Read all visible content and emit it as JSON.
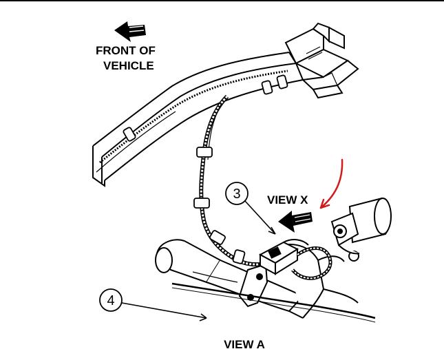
{
  "labels": {
    "front_of_vehicle_line1": "FRONT OF",
    "front_of_vehicle_line2": "VEHICLE",
    "view_x": "VIEW X",
    "view_a": "VIEW A"
  },
  "callouts": [
    "3",
    "4"
  ],
  "colors": {
    "ink": "#000000",
    "annotation_arrow": "#d11a1a"
  }
}
